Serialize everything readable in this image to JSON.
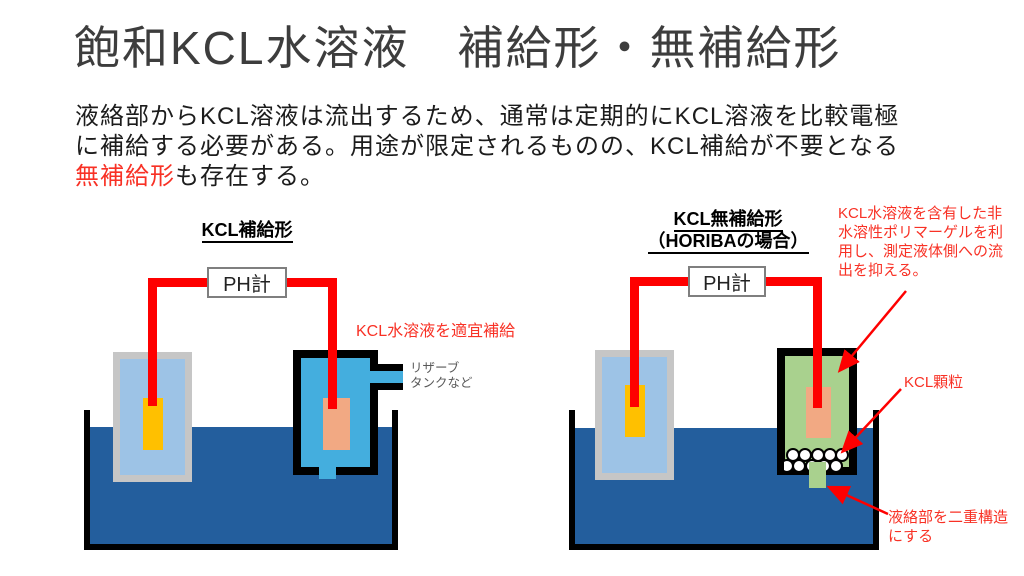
{
  "colors": {
    "title": "#3d3d3d",
    "body": "#1c1c1c",
    "accent-red": "#f83125",
    "wire": "#fe0000",
    "water": "#235e9d",
    "tank": "#000000",
    "glass-gray": "#c6c6c6",
    "glass-blue": "#9dc3e6",
    "electrode-yellow": "#ffc000",
    "container-blue": "#44aede",
    "electrode-salmon": "#f2a983",
    "gel-green": "#a9d18e",
    "muted-gray": "#595959",
    "box-border": "#7f7f7f"
  },
  "title": "飽和KCL水溶液　補給形・無補給形",
  "body": {
    "line1": "液絡部からKCL溶液は流出するため、通常は定期的にKCL溶液を比較電極",
    "line2": "に補給する必要がある。用途が限定されるものの、KCL補給が不要となる",
    "line3_emphasis": "無補給形",
    "line3_rest": "も存在する。"
  },
  "left_diagram": {
    "heading": "KCL補給形",
    "ph_meter": "PH計",
    "refill_note": "KCL水溶液を適宜補給",
    "reserve_tank_note": "リザーブ\nタンクなど"
  },
  "right_diagram": {
    "heading_line1": "KCL無補給形",
    "heading_line2": "（HORIBAの場合）",
    "ph_meter": "PH計",
    "gel_note": "KCL水溶液を含有した非\n水溶性ポリマーゲルを利\n用し、測定液体側への流\n出を抑える。",
    "granule_label": "KCL顆粒",
    "junction_note": "液絡部を二重構造\nにする"
  }
}
